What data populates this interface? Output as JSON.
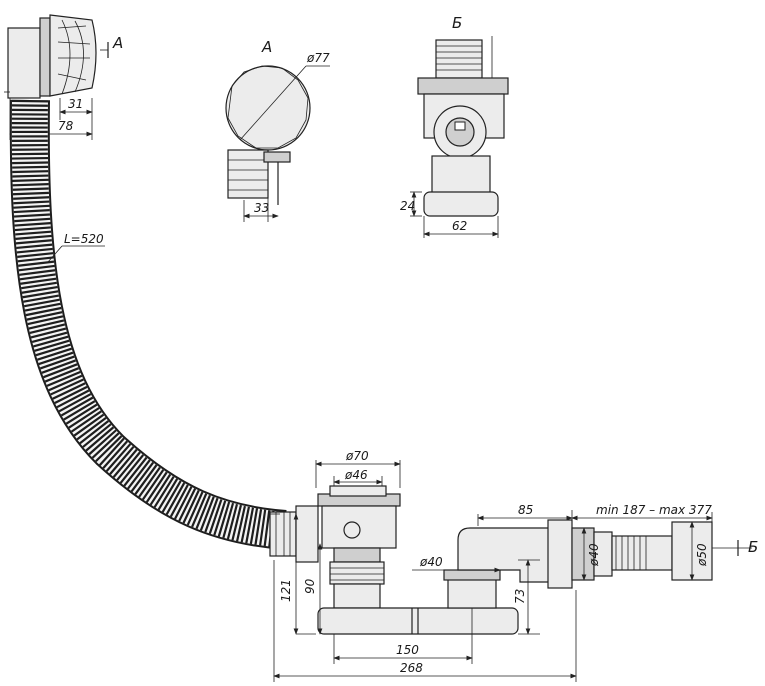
{
  "drawing": {
    "view_labels": {
      "A_main": "A",
      "A_detail": "A",
      "B_detail": "Б",
      "B_main": "Б"
    },
    "dimensions": {
      "d77": "ø77",
      "d31": "31",
      "d78": "78",
      "d33": "33",
      "d24": "24",
      "d62": "62",
      "L520": "L=520",
      "d70": "ø70",
      "d46": "ø46",
      "d40_trap": "ø40",
      "d85": "85",
      "range": "min 187 – max 377",
      "d40_out": "ø40",
      "d50": "ø50",
      "d121": "121",
      "d90": "90",
      "d73": "73",
      "d150": "150",
      "d268": "268"
    }
  }
}
